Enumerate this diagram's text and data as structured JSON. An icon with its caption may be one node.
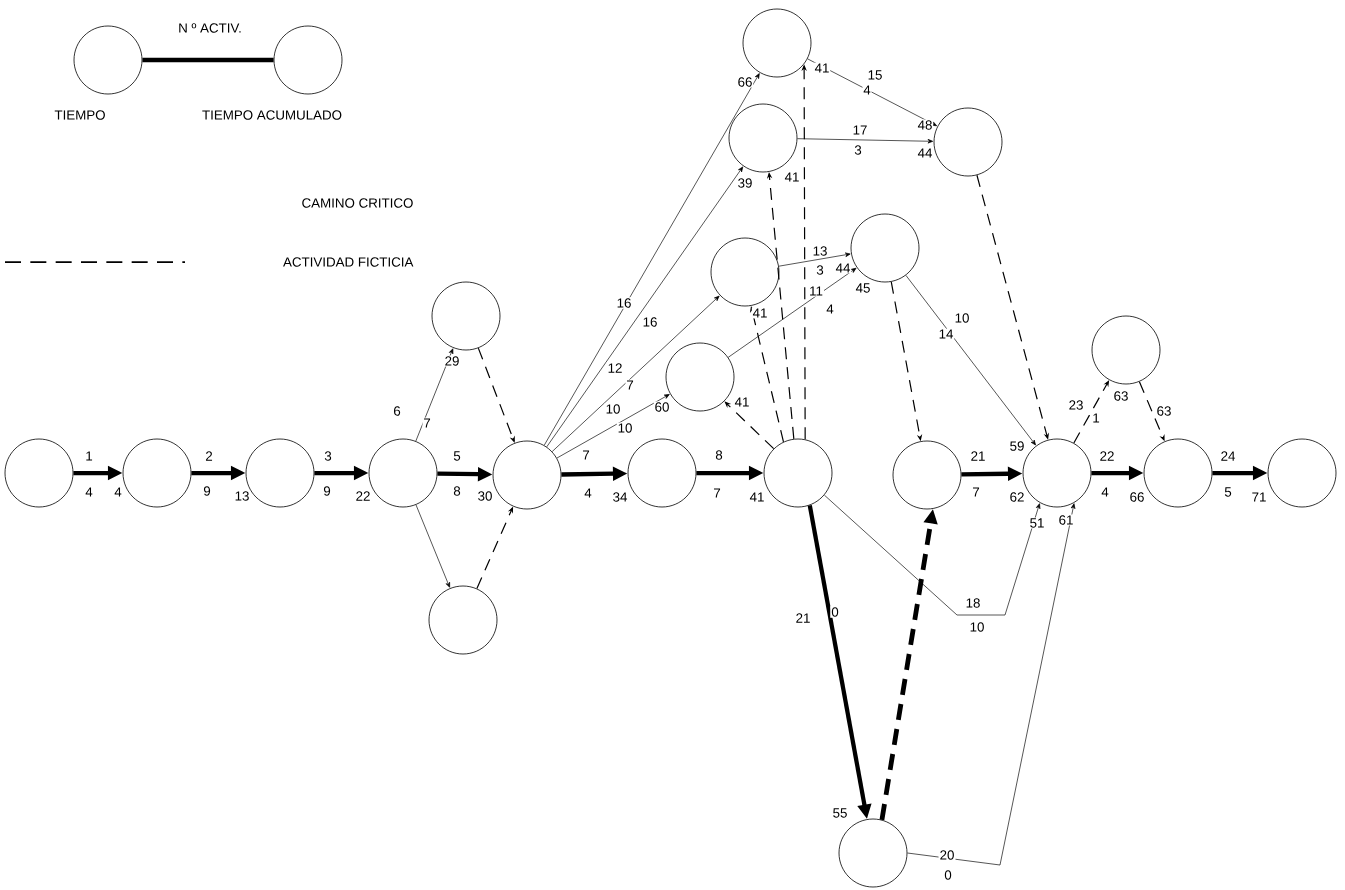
{
  "diagram": {
    "nodes": [
      {
        "text": [],
        "shape": "circle",
        "beside": [
          "TIEMPO"
        ]
      },
      {
        "text": [],
        "shape": "circle",
        "beside": [
          "TIEMPO ACUMULADO"
        ]
      },
      {
        "text": [],
        "shape": "circle"
      },
      {
        "text": [],
        "shape": "circle"
      },
      {
        "text": [],
        "shape": "circle"
      },
      {
        "text": [],
        "shape": "circle"
      },
      {
        "text": [],
        "shape": "circle"
      },
      {
        "text": [],
        "shape": "circle"
      },
      {
        "text": [],
        "shape": "circle"
      },
      {
        "text": [],
        "shape": "circle"
      },
      {
        "text": [],
        "shape": "circle"
      },
      {
        "text": [],
        "shape": "circle"
      },
      {
        "text": [],
        "shape": "circle"
      },
      {
        "text": [],
        "shape": "circle"
      },
      {
        "text": [],
        "shape": "circle"
      },
      {
        "text": [],
        "shape": "circle"
      },
      {
        "text": [],
        "shape": "circle"
      },
      {
        "text": [],
        "shape": "circle"
      },
      {
        "text": [],
        "shape": "circle"
      },
      {
        "text": [],
        "shape": "circle"
      },
      {
        "text": [],
        "shape": "circle"
      },
      {
        "text": [],
        "shape": "circle"
      },
      {
        "text": [],
        "shape": "circle"
      }
    ],
    "edges": [
      {
        "from": 0,
        "to": 1,
        "arrow": "none",
        "style": "thick",
        "label": "N º ACTIV."
      },
      {
        "from": 2,
        "to": 3,
        "arrow": "to",
        "style": "thick",
        "label": "1"
      },
      {
        "from": 3,
        "to": 4,
        "arrow": "to",
        "style": "thick",
        "label": "2"
      },
      {
        "from": 4,
        "to": 5,
        "arrow": "to",
        "style": "thick",
        "label": "3"
      },
      {
        "from": 5,
        "to": 8,
        "arrow": "to",
        "style": "thick",
        "label": "5"
      },
      {
        "from": 5,
        "to": 6,
        "arrow": "to",
        "label": "6"
      },
      {
        "from": 5,
        "to": 7,
        "arrow": "to"
      },
      {
        "from": 6,
        "to": 8,
        "arrow": "to",
        "style": "dashed"
      },
      {
        "from": 7,
        "to": 8,
        "arrow": "to",
        "style": "dashed"
      },
      {
        "from": 8,
        "to": 9,
        "arrow": "to",
        "style": "thick",
        "label": "7"
      },
      {
        "from": 8,
        "to": 14,
        "arrow": "to",
        "label": "16"
      },
      {
        "from": 8,
        "to": 13,
        "arrow": "to",
        "label": "16"
      },
      {
        "from": 8,
        "to": 12,
        "arrow": "to",
        "label": "12"
      },
      {
        "from": 8,
        "to": 11,
        "arrow": "to",
        "label": "10"
      },
      {
        "from": 9,
        "to": 10,
        "arrow": "to",
        "style": "thick",
        "label": "8"
      },
      {
        "from": 10,
        "to": 14,
        "arrow": "to",
        "style": "dashed"
      },
      {
        "from": 10,
        "to": 13,
        "arrow": "to",
        "style": "dashed"
      },
      {
        "from": 10,
        "to": 12,
        "arrow": "to",
        "style": "dashed"
      },
      {
        "from": 10,
        "to": 11,
        "arrow": "to",
        "style": "dashed"
      },
      {
        "from": 14,
        "to": 15,
        "arrow": "to",
        "label": "15"
      },
      {
        "from": 13,
        "to": 15,
        "arrow": "to",
        "label": "17"
      },
      {
        "from": 12,
        "to": 16,
        "arrow": "to",
        "label": "13"
      },
      {
        "from": 11,
        "to": 16,
        "arrow": "to",
        "label": "11"
      },
      {
        "from": 10,
        "to": 22,
        "arrow": "to",
        "style": "thick",
        "label": "0"
      },
      {
        "from": 22,
        "to": 17,
        "arrow": "to",
        "style": "dashed"
      },
      {
        "from": 10,
        "to": 18,
        "arrow": "to",
        "label": "18"
      },
      {
        "from": 22,
        "to": 18,
        "arrow": "to",
        "label": "20"
      },
      {
        "from": 15,
        "to": 18,
        "arrow": "to",
        "style": "dashed"
      },
      {
        "from": 16,
        "to": 17,
        "arrow": "to",
        "style": "dashed"
      },
      {
        "from": 16,
        "to": 18,
        "arrow": "to",
        "label": "10"
      },
      {
        "from": 17,
        "to": 18,
        "arrow": "to",
        "style": "thick",
        "label": "21"
      },
      {
        "from": 18,
        "to": 19,
        "arrow": "to",
        "style": "dashed",
        "label": "23"
      },
      {
        "from": 18,
        "to": 20,
        "arrow": "to",
        "style": "thick",
        "label": "22"
      },
      {
        "from": 19,
        "to": 20,
        "arrow": "to",
        "style": "dashed"
      },
      {
        "from": 20,
        "to": 21,
        "arrow": "to",
        "style": "thick",
        "label": "24"
      }
    ],
    "labels": [
      "4",
      "4",
      "9",
      "13",
      "9",
      "22",
      "8",
      "30",
      "7",
      "29",
      "4",
      "34",
      "7",
      "41",
      "7",
      "10",
      "60",
      "66",
      "39",
      "41",
      "41",
      "41",
      "41",
      "4",
      "48",
      "3",
      "44",
      "3",
      "44",
      "4",
      "45",
      "14",
      "59",
      "21",
      "55",
      "7",
      "62",
      "10",
      "51",
      "0",
      "61",
      "1",
      "63",
      "63",
      "4",
      "66",
      "5",
      "71"
    ],
    "legend": [
      {
        "text": "CAMINO CRITICO"
      },
      {
        "text": "ACTIVIDAD FICTICIA"
      }
    ]
  }
}
